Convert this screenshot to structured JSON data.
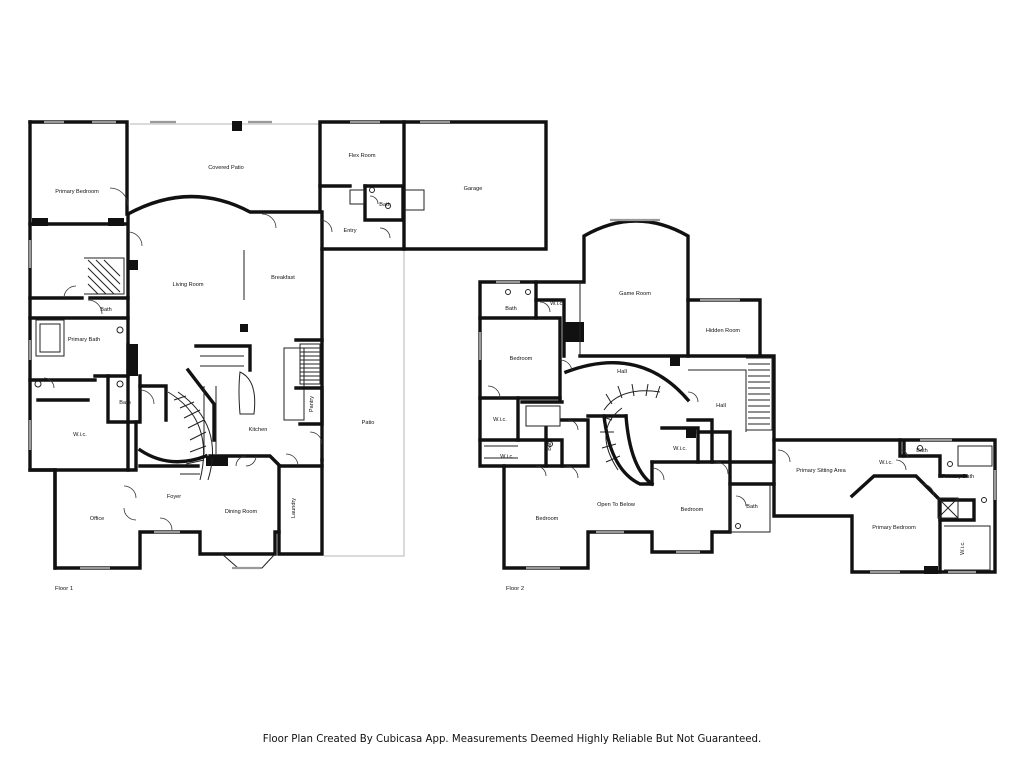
{
  "floor1": {
    "label": "Floor 1",
    "rooms": {
      "primary_bedroom": "Primary Bedroom",
      "covered_patio": "Covered Patio",
      "flex_room": "Flex Room",
      "garage": "Garage",
      "bath_flex": "Bath",
      "entry": "Entry",
      "living_room": "Living Room",
      "breakfast": "Breakfast",
      "bath_primary_small": "Bath",
      "primary_bath": "Primary Bath",
      "bath_hall": "Bath",
      "wic": "W.i.c.",
      "kitchen": "Kitchen",
      "pantry": "Pantry",
      "patio": "Patio",
      "foyer": "Foyer",
      "office": "Office",
      "dining_room": "Dining Room",
      "laundry": "Laundry"
    }
  },
  "floor2": {
    "label": "Floor 2",
    "rooms": {
      "bath_top": "Bath",
      "wic_top": "W.i.c.",
      "game_room": "Game Room",
      "hidden_room": "Hidden Room",
      "bedroom_left": "Bedroom",
      "hall_center": "Hall",
      "hall_right": "Hall",
      "wic_left": "W.i.c.",
      "bath_mid": "Bath",
      "wic_bottom_left": "W.i.c.",
      "wic_center": "W.i.c.",
      "primary_sitting": "Primary Sitting Area",
      "wic_primary": "W.i.c.",
      "bath_primary_top": "Bath",
      "primary_bath": "Primary Bath",
      "bedroom_bottom_left": "Bedroom",
      "open_to_below": "Open To Below",
      "bedroom_center": "Bedroom",
      "bath_center": "Bath",
      "primary_bedroom": "Primary Bedroom",
      "wic_primary_vertical": "W.i.c."
    }
  },
  "footer": "Floor Plan Created By Cubicasa App. Measurements Deemed Highly Reliable But Not Guaranteed."
}
